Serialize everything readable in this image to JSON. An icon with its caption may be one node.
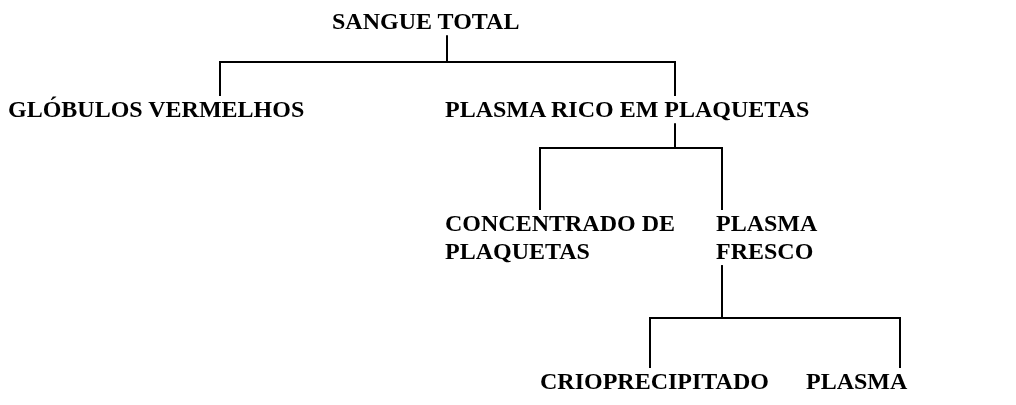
{
  "diagram": {
    "nodes": [
      {
        "text": [
          "SANGUE TOTAL"
        ]
      },
      {
        "text": [
          "GLÓBULOS VERMELHOS"
        ]
      },
      {
        "text": [
          "PLASMA RICO EM PLAQUETAS"
        ]
      },
      {
        "text": [
          "CONCENTRADO DE PLAQUETAS"
        ]
      },
      {
        "text": [
          "PLASMA FRESCO"
        ]
      },
      {
        "text": [
          "CRIOPRECIPITADO"
        ]
      },
      {
        "text": [
          "PLASMA"
        ]
      }
    ],
    "edges": [
      {
        "from": 0,
        "to": 1,
        "arrow": "none"
      },
      {
        "from": 0,
        "to": 2,
        "arrow": "none"
      },
      {
        "from": 2,
        "to": 3,
        "arrow": "none"
      },
      {
        "from": 2,
        "to": 4,
        "arrow": "none"
      },
      {
        "from": 4,
        "to": 5,
        "arrow": "none"
      },
      {
        "from": 4,
        "to": 6,
        "arrow": "none"
      }
    ]
  }
}
